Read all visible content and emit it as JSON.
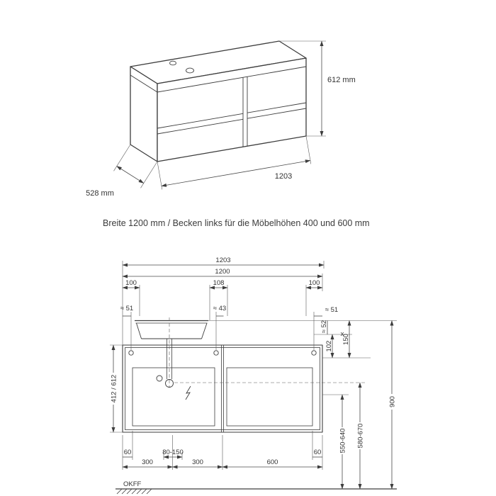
{
  "caption": "Breite 1200 mm / Becken links für die Möbelhöhen 400 und 600 mm",
  "colors": {
    "line": "#3d3d3d",
    "dim_text": "#333333",
    "background": "#ffffff"
  },
  "iso": {
    "height": "612 mm",
    "width": "1203",
    "depth": "528 mm"
  },
  "front": {
    "top": {
      "overall": "1203",
      "body": "1200",
      "left_offset": "100",
      "center_offset": "108",
      "right_offset": "100"
    },
    "approx": {
      "left": "≈ 51",
      "center": "≈ 43",
      "right": "≈ 51"
    },
    "right": {
      "rim_gap": "≈ 52",
      "variable": "x",
      "spacing": "102",
      "bracket": "150",
      "total_height": "900",
      "drain_range": "550-640",
      "siphon_range": "580-670"
    },
    "left": {
      "cabinet_height": "412 / 612"
    },
    "bottom": {
      "margin_left": "60",
      "drain_zone": "80-150",
      "margin_right": "60",
      "section_a": "300",
      "section_b": "300",
      "section_c": "600"
    },
    "floor": "OKFF"
  }
}
